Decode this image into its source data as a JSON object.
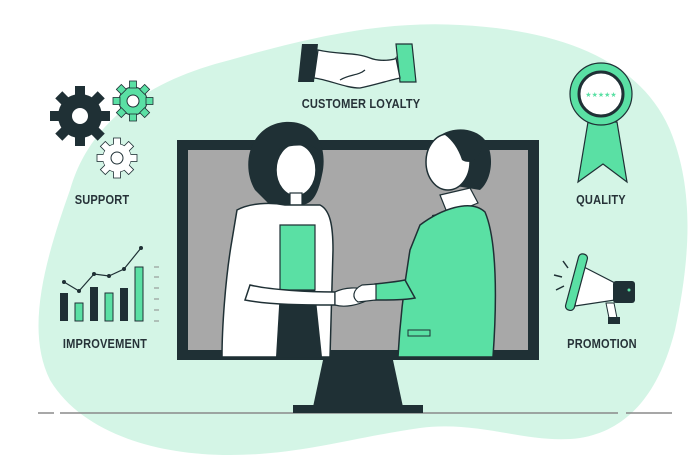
{
  "illustration": {
    "title": "Customer relationship / handshake through monitor",
    "labels": {
      "customer_loyalty": "CUSTOMER LOYALTY",
      "support": "SUPPORT",
      "improvement": "IMPROVEMENT",
      "quality": "QUALITY",
      "promotion": "PROMOTION"
    },
    "icons": [
      "handshake-icon",
      "gears-icon",
      "bar-chart-icon",
      "award-ribbon-icon",
      "megaphone-icon",
      "monitor-icon"
    ],
    "rating_stars": 5,
    "colors": {
      "blob": "#d4f5e6",
      "dark": "#1f3035",
      "accent": "#5ae0a4",
      "screen": "#a8a8a8",
      "white": "#ffffff",
      "ground": "#8a8a8a"
    }
  }
}
